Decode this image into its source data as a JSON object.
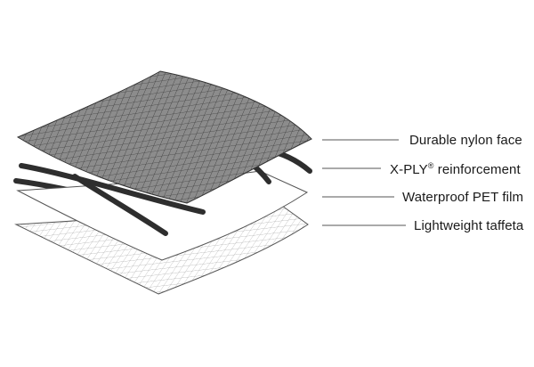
{
  "diagram": {
    "layers": [
      {
        "id": "face",
        "label_main": "Durable nylon face",
        "label_sup": "",
        "label_after": ""
      },
      {
        "id": "reinforcement",
        "label_main": "X-PLY",
        "label_sup": "®",
        "label_after": " reinforcement"
      },
      {
        "id": "film",
        "label_main": "Waterproof PET film",
        "label_sup": "",
        "label_after": ""
      },
      {
        "id": "taffeta",
        "label_main": "Lightweight taffeta",
        "label_sup": "",
        "label_after": ""
      }
    ],
    "colors": {
      "face_fill": "#8c8c8c",
      "face_grid": "#3a3a3a",
      "fiber": "#2e2e2e",
      "film_fill": "#ffffff",
      "taffeta_grid": "#9a9a9a",
      "outline": "#555555",
      "leader": "#555555"
    }
  }
}
